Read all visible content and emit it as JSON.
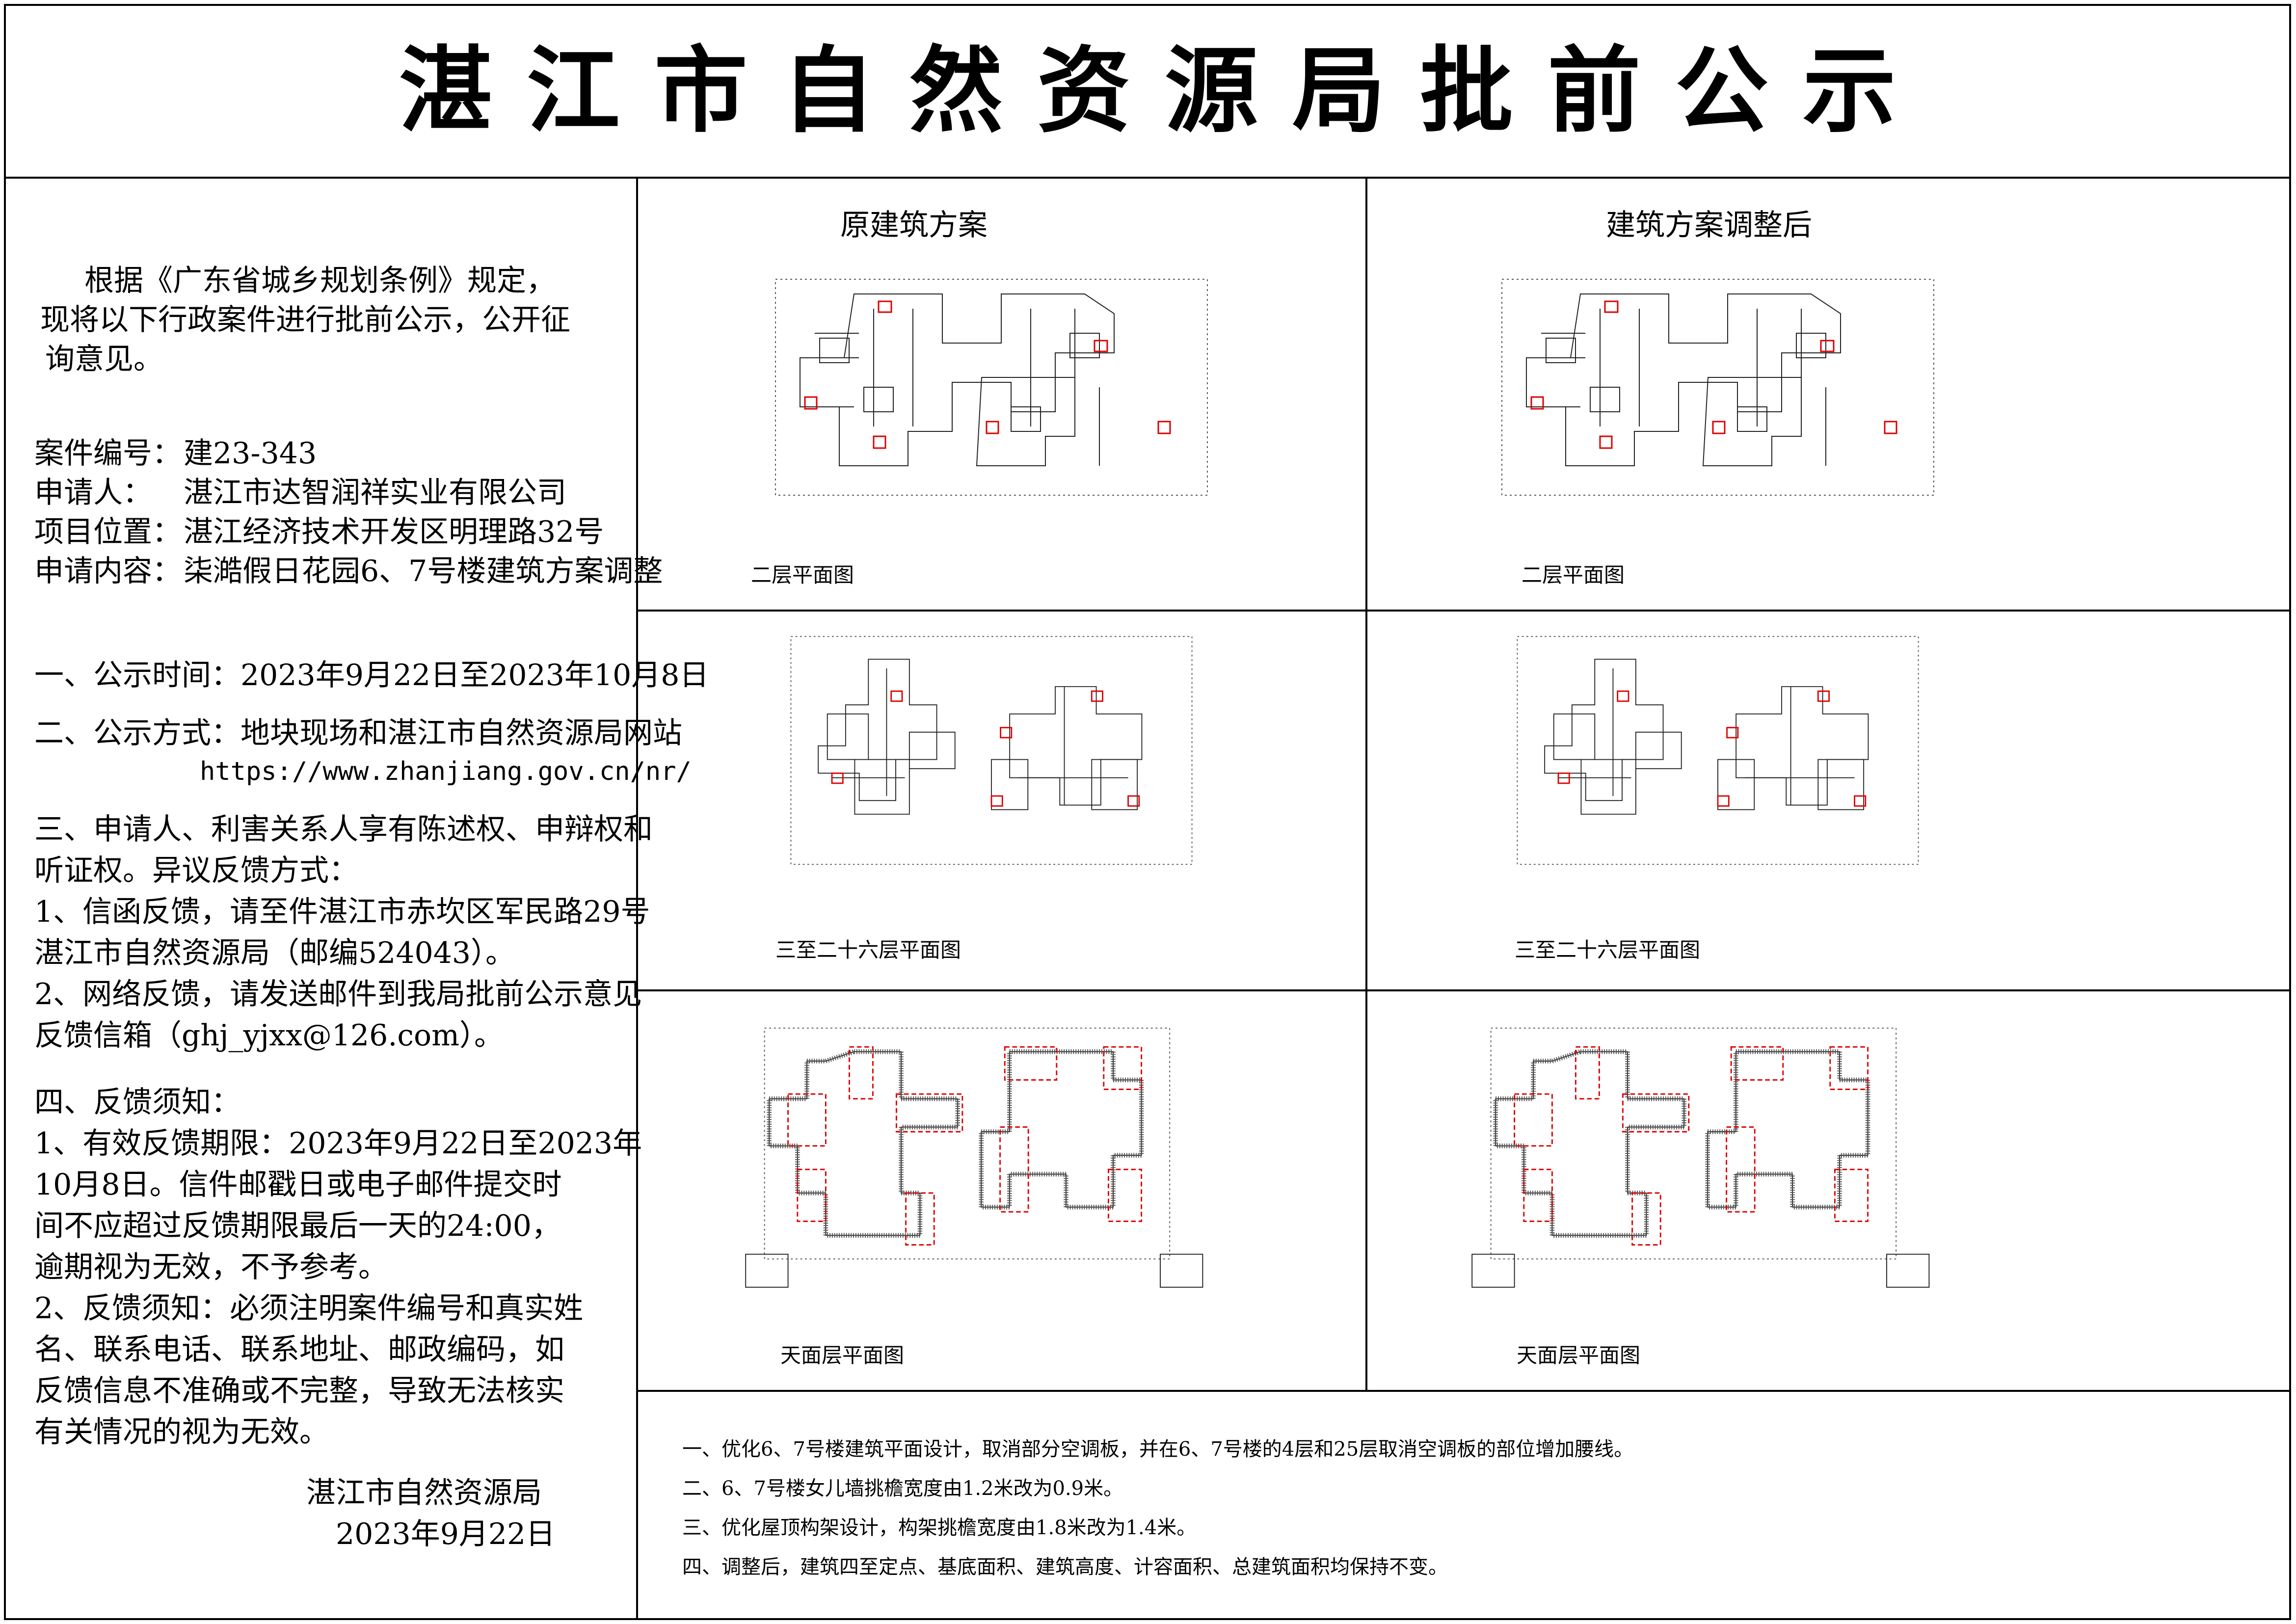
{
  "title": "湛江市自然资源局批前公示",
  "left": {
    "intro": [
      "根据《广东省城乡规划条例》规定，",
      "现将以下行政案件进行批前公示，公开征",
      "询意见。"
    ],
    "case_no_label": "案件编号：",
    "case_no": "建23-343",
    "applicant_label": "申请人：",
    "applicant": "湛江市达智润祥实业有限公司",
    "location_label": "项目位置：",
    "location": "湛江经济技术开发区明理路32号",
    "content_label": "申请内容：",
    "content": "柒澔假日花园6、7号楼建筑方案调整",
    "sec1": "一、公示时间：2023年9月22日至2023年10月8日",
    "sec2": "二、公示方式：地块现场和湛江市自然资源局网站",
    "sec2_url": "https://www.zhanjiang.gov.cn/nr/",
    "sec3": [
      "三、申请人、利害关系人享有陈述权、申辩权和",
      "听证权。异议反馈方式：",
      "1、信函反馈，请至件湛江市赤坎区军民路29号",
      "湛江市自然资源局（邮编524043）。",
      "2、网络反馈，请发送邮件到我局批前公示意见",
      "反馈信箱（ghj_yjxx@126.com）。"
    ],
    "sec4": [
      "四、反馈须知：",
      "1、有效反馈期限：2023年9月22日至2023年",
      " 10月8日。信件邮戳日或电子邮件提交时",
      "间不应超过反馈期限最后一天的24:00，",
      "逾期视为无效，不予参考。",
      "2、反馈须知：必须注明案件编号和真实姓",
      "名、联系电话、联系地址、邮政编码，如",
      "反馈信息不准确或不完整，导致无法核实",
      "有关情况的视为无效。"
    ],
    "signature": "湛江市自然资源局",
    "date": "2023年9月22日"
  },
  "right": {
    "col_left_head": "原建筑方案",
    "col_right_head": "建筑方案调整后",
    "rows": [
      {
        "label_left": "二层平面图",
        "label_right": "二层平面图"
      },
      {
        "label_left": "三至二十六层平面图",
        "label_right": "三至二十六层平面图"
      },
      {
        "label_left": "天面层平面图",
        "label_right": "天面层平面图"
      }
    ],
    "notes": [
      "一、优化6、7号楼建筑平面设计，取消部分空调板，并在6、7号楼的4层和25层取消空调板的部位增加腰线。",
      "二、6、7号楼女儿墙挑檐宽度由1.2米改为0.9米。",
      "三、优化屋顶构架设计，构架挑檐宽度由1.8米改为1.4米。",
      "四、调整后，建筑四至定点、基底面积、建筑高度、计容面积、总建筑面积均保持不变。"
    ]
  }
}
